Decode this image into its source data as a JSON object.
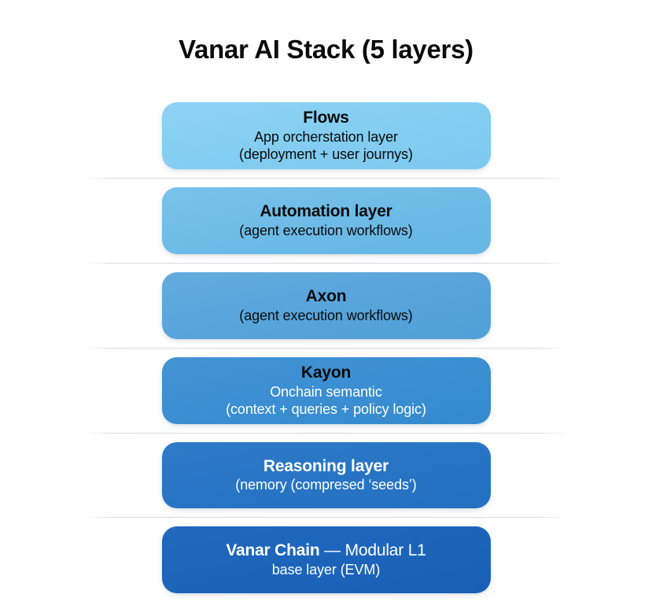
{
  "title": "Vanar AI Stack (5 layers)",
  "layers": [
    {
      "name": "flows",
      "title": "Flows",
      "title_color": "#0b0b0b",
      "sub_color": "#0b0b0b",
      "fill": "#87cef0",
      "subtitles": [
        "App orcherstation layer",
        "(deployment + user journys)"
      ]
    },
    {
      "name": "automation-layer",
      "title": "Automation layer",
      "title_color": "#0b0b0b",
      "sub_color": "#0b0b0b",
      "fill": "#6fbde7",
      "subtitles": [
        "(agent execution workflows)"
      ]
    },
    {
      "name": "axon",
      "title": "Axon",
      "title_color": "#0b0b0b",
      "sub_color": "#0b0b0b",
      "fill": "#5ba7dc",
      "subtitles": [
        "(agent execution workflows)"
      ]
    },
    {
      "name": "kayon",
      "title": "Kayon",
      "title_color": "#0b0b0b",
      "sub_color": "#ffffff",
      "fill": "#3c8fd0",
      "subtitles": [
        "Onchain semantic",
        "(context + queries + policy logic)"
      ]
    },
    {
      "name": "reasoning-layer",
      "title": "Reasoning layer",
      "title_color": "#ffffff",
      "sub_color": "#ffffff",
      "fill": "#2a74c4",
      "subtitles": [
        "(nemory (compresed ‘seeds’)"
      ]
    },
    {
      "name": "vanar-chain",
      "title": "Vanar Chain",
      "title_suffix": " — Modular L1",
      "title_color": "#ffffff",
      "sub_color": "#ffffff",
      "fill": "#1f66bc",
      "subtitles": [
        "base layer (EVM)"
      ]
    }
  ],
  "separators": {
    "color": "#d6d6da",
    "count": 5
  }
}
